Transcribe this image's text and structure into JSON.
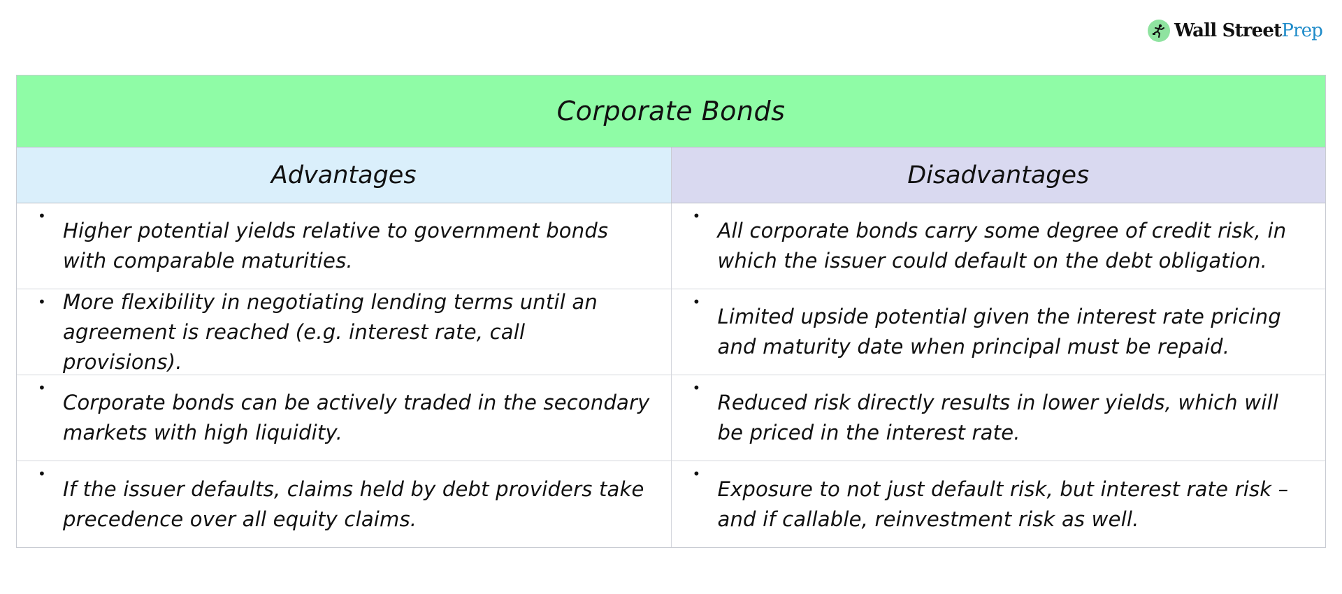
{
  "logo": {
    "icon": "running-businessman-icon",
    "text_main": "Wall Street",
    "text_accent": "Prep",
    "accent_color": "#1e8bc9",
    "badge_color": "#8fe3a0"
  },
  "table": {
    "title": "Corporate Bonds",
    "title_bg": "#8ffca6",
    "columns": [
      {
        "label": "Advantages",
        "bg": "#daeffb"
      },
      {
        "label": "Disadvantages",
        "bg": "#d9d9f0"
      }
    ],
    "rows": [
      {
        "advantage": "Higher potential yields relative to government bonds with comparable maturities.",
        "disadvantage": "All corporate bonds carry some degree of credit risk, in which the issuer could default on the debt obligation."
      },
      {
        "advantage": "More flexibility in negotiating lending terms until an agreement is reached (e.g. interest rate, call provisions).",
        "disadvantage": "Limited upside potential given the interest rate pricing and maturity date when principal must be repaid."
      },
      {
        "advantage": "Corporate bonds can be actively traded in the secondary markets with high liquidity.",
        "disadvantage": "Reduced risk directly results in lower yields, which will be priced in the interest rate."
      },
      {
        "advantage": "If the issuer defaults, claims held by debt providers take precedence over all equity claims.",
        "disadvantage": "Exposure to not just default risk, but interest rate risk – and if callable, reinvestment risk as well."
      }
    ],
    "bullet": "•"
  }
}
